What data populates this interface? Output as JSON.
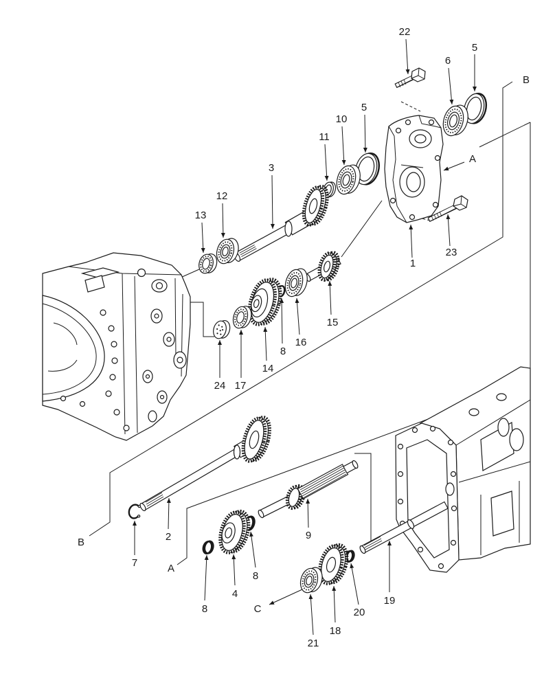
{
  "part_numbers": [
    "22",
    "5",
    "6",
    "10",
    "5",
    "11",
    "3",
    "12",
    "13",
    "1",
    "23",
    "15",
    "16",
    "8",
    "14",
    "17",
    "24",
    "2",
    "7",
    "9",
    "8",
    "4",
    "8",
    "19",
    "20",
    "18",
    "21"
  ],
  "section_markers": [
    "B",
    "A",
    "B",
    "A",
    "C"
  ]
}
